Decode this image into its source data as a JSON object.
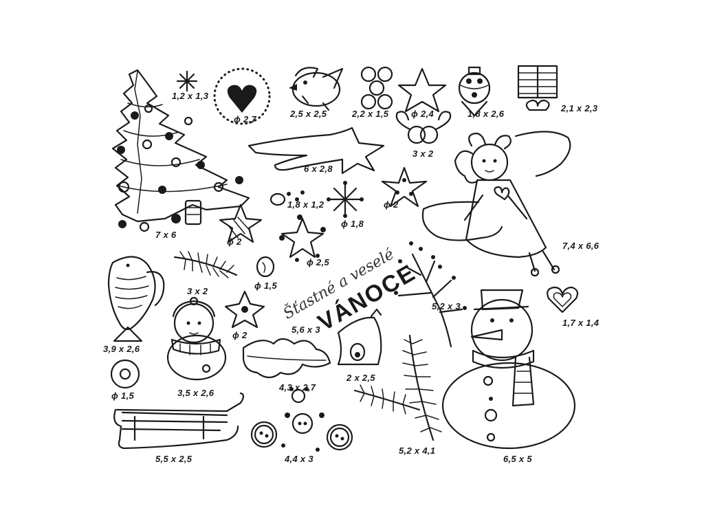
{
  "greeting": {
    "line1": "Šťastné a veselé",
    "line2": "VÁNOCE"
  },
  "labels": {
    "sparkle": "1,2 x 1,3",
    "heart_circle": "ϕ 2,7",
    "bird": "2,5 x 2,5",
    "berries": "2,2 x 1,5",
    "star_top": "ϕ 2,4",
    "ornament": "1,8 x 2,6",
    "gift": "2,1 x 2,3",
    "comet": "6 x 2,8",
    "rings": "3 x 2",
    "tree": "7 x 6",
    "bubble": "1,8 x 1,2",
    "snowflake": "ϕ 1,8",
    "spotted_star": "ϕ 2",
    "striped_star": "ϕ 2",
    "angel": "7,4 x 6,6",
    "sparkle_star": "ϕ 2,5",
    "button_small": "ϕ 1,5",
    "feather": "3 x 2",
    "greeting": "5,6 x 3",
    "twig": "5,2 x 3",
    "heart_small": "1,7 x 1,4",
    "fish": "3,9 x 2,6",
    "cookie_star": "ϕ 2",
    "snowman_small": "3,5 x 2,6",
    "holly": "4,3 x 2,7",
    "bell": "2 x 2,5",
    "donut": "ϕ 1,5",
    "sled": "5,5 x 2,5",
    "buttons": "4,4 x 3",
    "pine": "5,2 x 4,1",
    "snowman_big": "6,5 x 5"
  }
}
